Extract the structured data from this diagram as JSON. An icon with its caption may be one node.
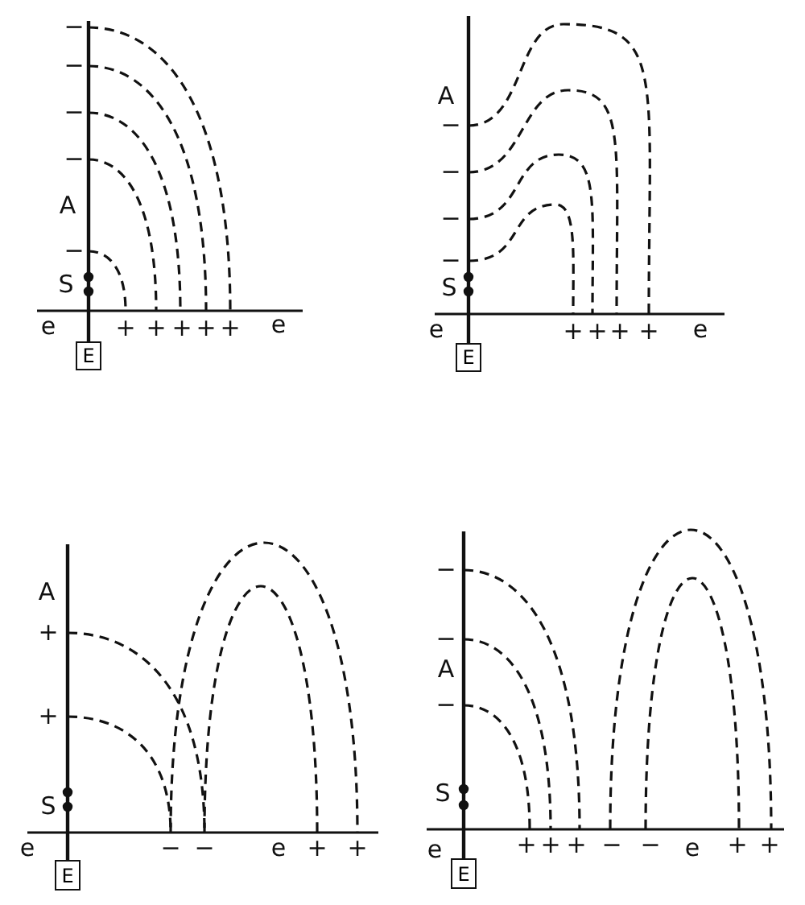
{
  "diagram": {
    "nodes": [
      {
        "text": [
          "E"
        ]
      },
      {
        "text": [
          "E"
        ]
      },
      {
        "text": [
          "E"
        ]
      },
      {
        "text": [
          "E"
        ]
      }
    ],
    "labels": [
      "−",
      "−",
      "−",
      "−",
      "A",
      "−",
      "S",
      "e",
      "+",
      "+",
      "+",
      "+",
      "+",
      "e",
      "A",
      "−",
      "−",
      "−",
      "−",
      "S",
      "e",
      "+",
      "+",
      "+",
      "+",
      "e",
      "A",
      "+",
      "+",
      "S",
      "e",
      "−",
      "−",
      "e",
      "+",
      "+",
      "−",
      "−",
      "A",
      "−",
      "S",
      "e",
      "+",
      "+",
      "+",
      "−",
      "−",
      "e",
      "+",
      "+"
    ]
  }
}
